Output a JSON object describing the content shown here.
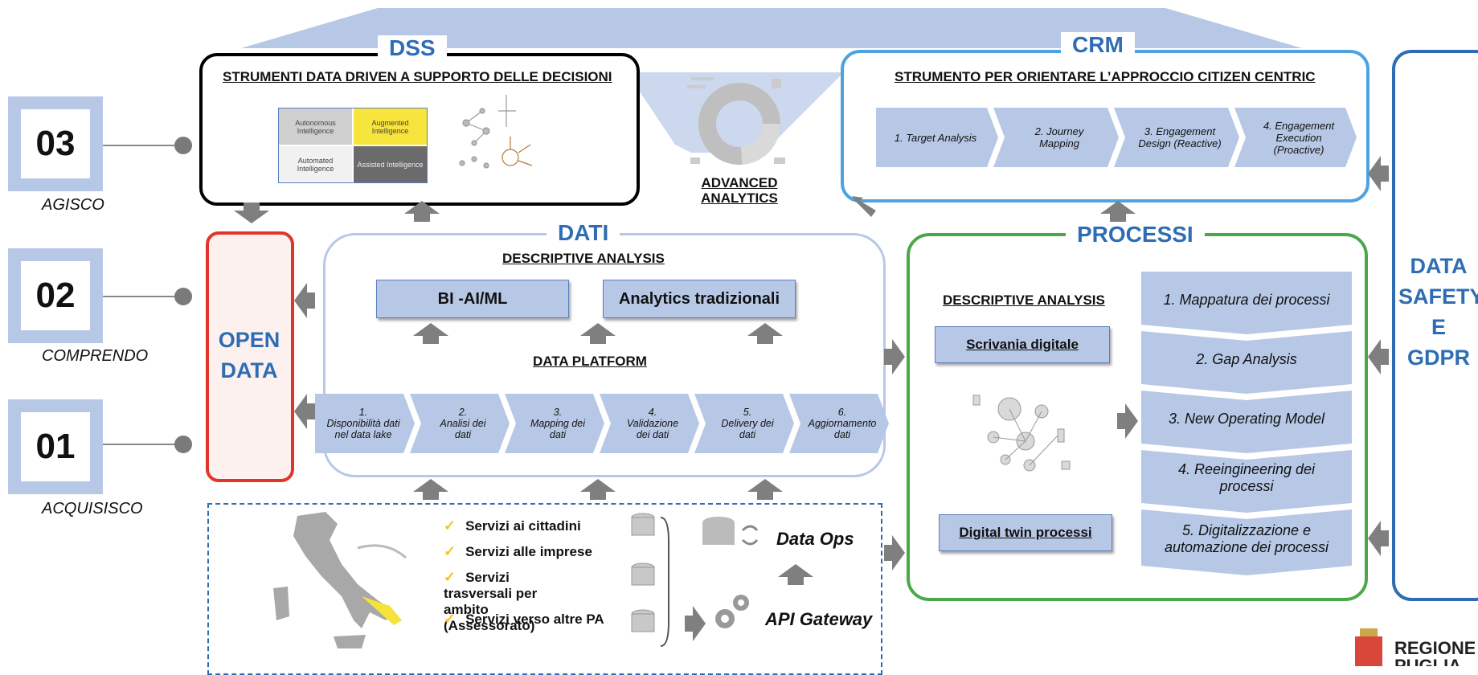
{
  "levels": [
    {
      "num": "03",
      "label": "AGISCO"
    },
    {
      "num": "02",
      "label": "COMPRENDO"
    },
    {
      "num": "01",
      "label": "ACQUISISCO"
    }
  ],
  "dss": {
    "title": "DSS",
    "subtitle": "STRUMENTI DATA DRIVEN A SUPPORTO DELLE DECISIONI",
    "matrix": [
      "Autonomous Intelligence",
      "Augmented Intelligence",
      "Automated Intelligence",
      "Assisted Intelligence"
    ]
  },
  "advanced_analytics": "ADVANCED ANALYTICS",
  "crm": {
    "title": "CRM",
    "subtitle": "STRUMENTO PER ORIENTARE L’APPROCCIO CITIZEN CENTRIC",
    "steps": [
      "1. Target Analysis",
      "2. Journey Mapping",
      "3. Engagement Design (Reactive)",
      "4. Engagement Execution (Proactive)"
    ]
  },
  "open_data": "OPEN DATA",
  "dati": {
    "title": "DATI",
    "descriptive": "DESCRIPTIVE ANALYSIS",
    "box_left": "BI -AI/ML",
    "box_right": "Analytics tradizionali",
    "platform": "DATA PLATFORM",
    "steps": [
      {
        "n": "1.",
        "t": "Disponibilità dati nel data lake"
      },
      {
        "n": "2.",
        "t": "Analisi dei dati"
      },
      {
        "n": "3.",
        "t": "Mapping dei dati"
      },
      {
        "n": "4.",
        "t": "Validazione dei dati"
      },
      {
        "n": "5.",
        "t": "Delivery dei dati"
      },
      {
        "n": "6.",
        "t": "Aggiornamento dati"
      }
    ]
  },
  "processi": {
    "title": "PROCESSI",
    "descriptive": "DESCRIPTIVE ANALYSIS",
    "scrivania": "Scrivania digitale",
    "twin": "Digital twin processi",
    "steps": [
      "1. Mappatura dei processi",
      "2. Gap Analysis",
      "3. New Operating Model",
      "4. Reeingineering dei processi",
      "5. Digitalizzazione e automazione dei processi"
    ]
  },
  "safety": "DATA SAFETY E GDPR",
  "sources": {
    "services": [
      "Servizi ai cittadini",
      "Servizi  alle imprese",
      "Servizi trasversali per ambito (Assessorato)",
      "Servizi verso altre PA"
    ],
    "dataops": "Data Ops",
    "api": "API Gateway"
  },
  "logo": "REGIONE PUGLIA",
  "colors": {
    "blue": "#2e6db4",
    "light_blue": "#b7c8e6",
    "red": "#e0352b",
    "green": "#4aa84a",
    "crm_blue": "#4da3e0",
    "yellow": "#f5e23b"
  }
}
